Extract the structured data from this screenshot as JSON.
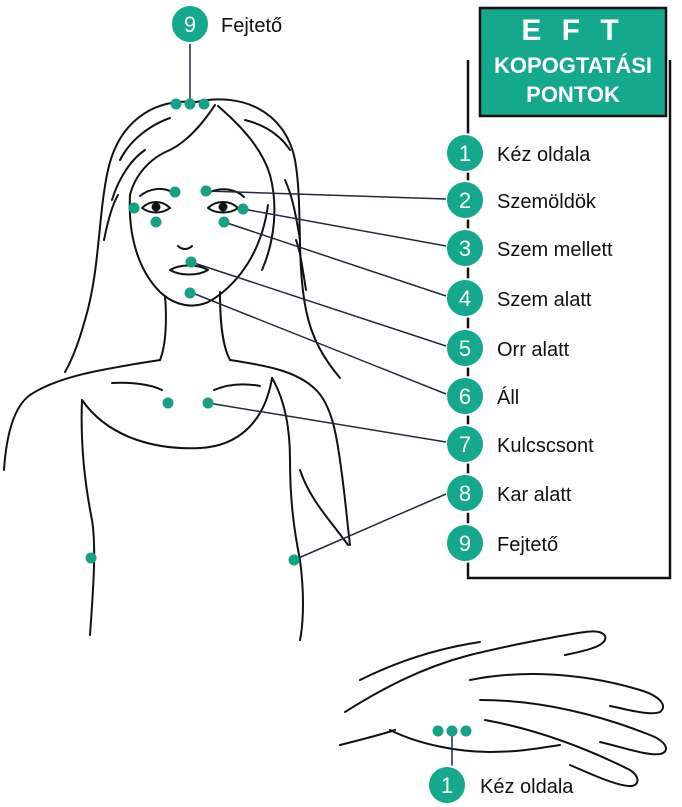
{
  "title": {
    "line1": "E F T",
    "line2": "KOPOGTATÁSI",
    "line3": "PONTOK"
  },
  "points": [
    {
      "num": "1",
      "label": "Kéz oldala"
    },
    {
      "num": "2",
      "label": "Szemöldök"
    },
    {
      "num": "3",
      "label": "Szem mellett"
    },
    {
      "num": "4",
      "label": "Szem alatt"
    },
    {
      "num": "5",
      "label": "Orr alatt"
    },
    {
      "num": "6",
      "label": "Áll"
    },
    {
      "num": "7",
      "label": "Kulcscsont"
    },
    {
      "num": "8",
      "label": "Kar alatt"
    },
    {
      "num": "9",
      "label": "Fejtető"
    }
  ],
  "top_marker": {
    "num": "9",
    "label": "Fejtető"
  },
  "hand_marker": {
    "num": "1",
    "label": "Kéz oldala"
  },
  "colors": {
    "accent": "#14a98c",
    "dot": "#16a085",
    "line": "#1f2a3a",
    "ink": "#111111"
  }
}
